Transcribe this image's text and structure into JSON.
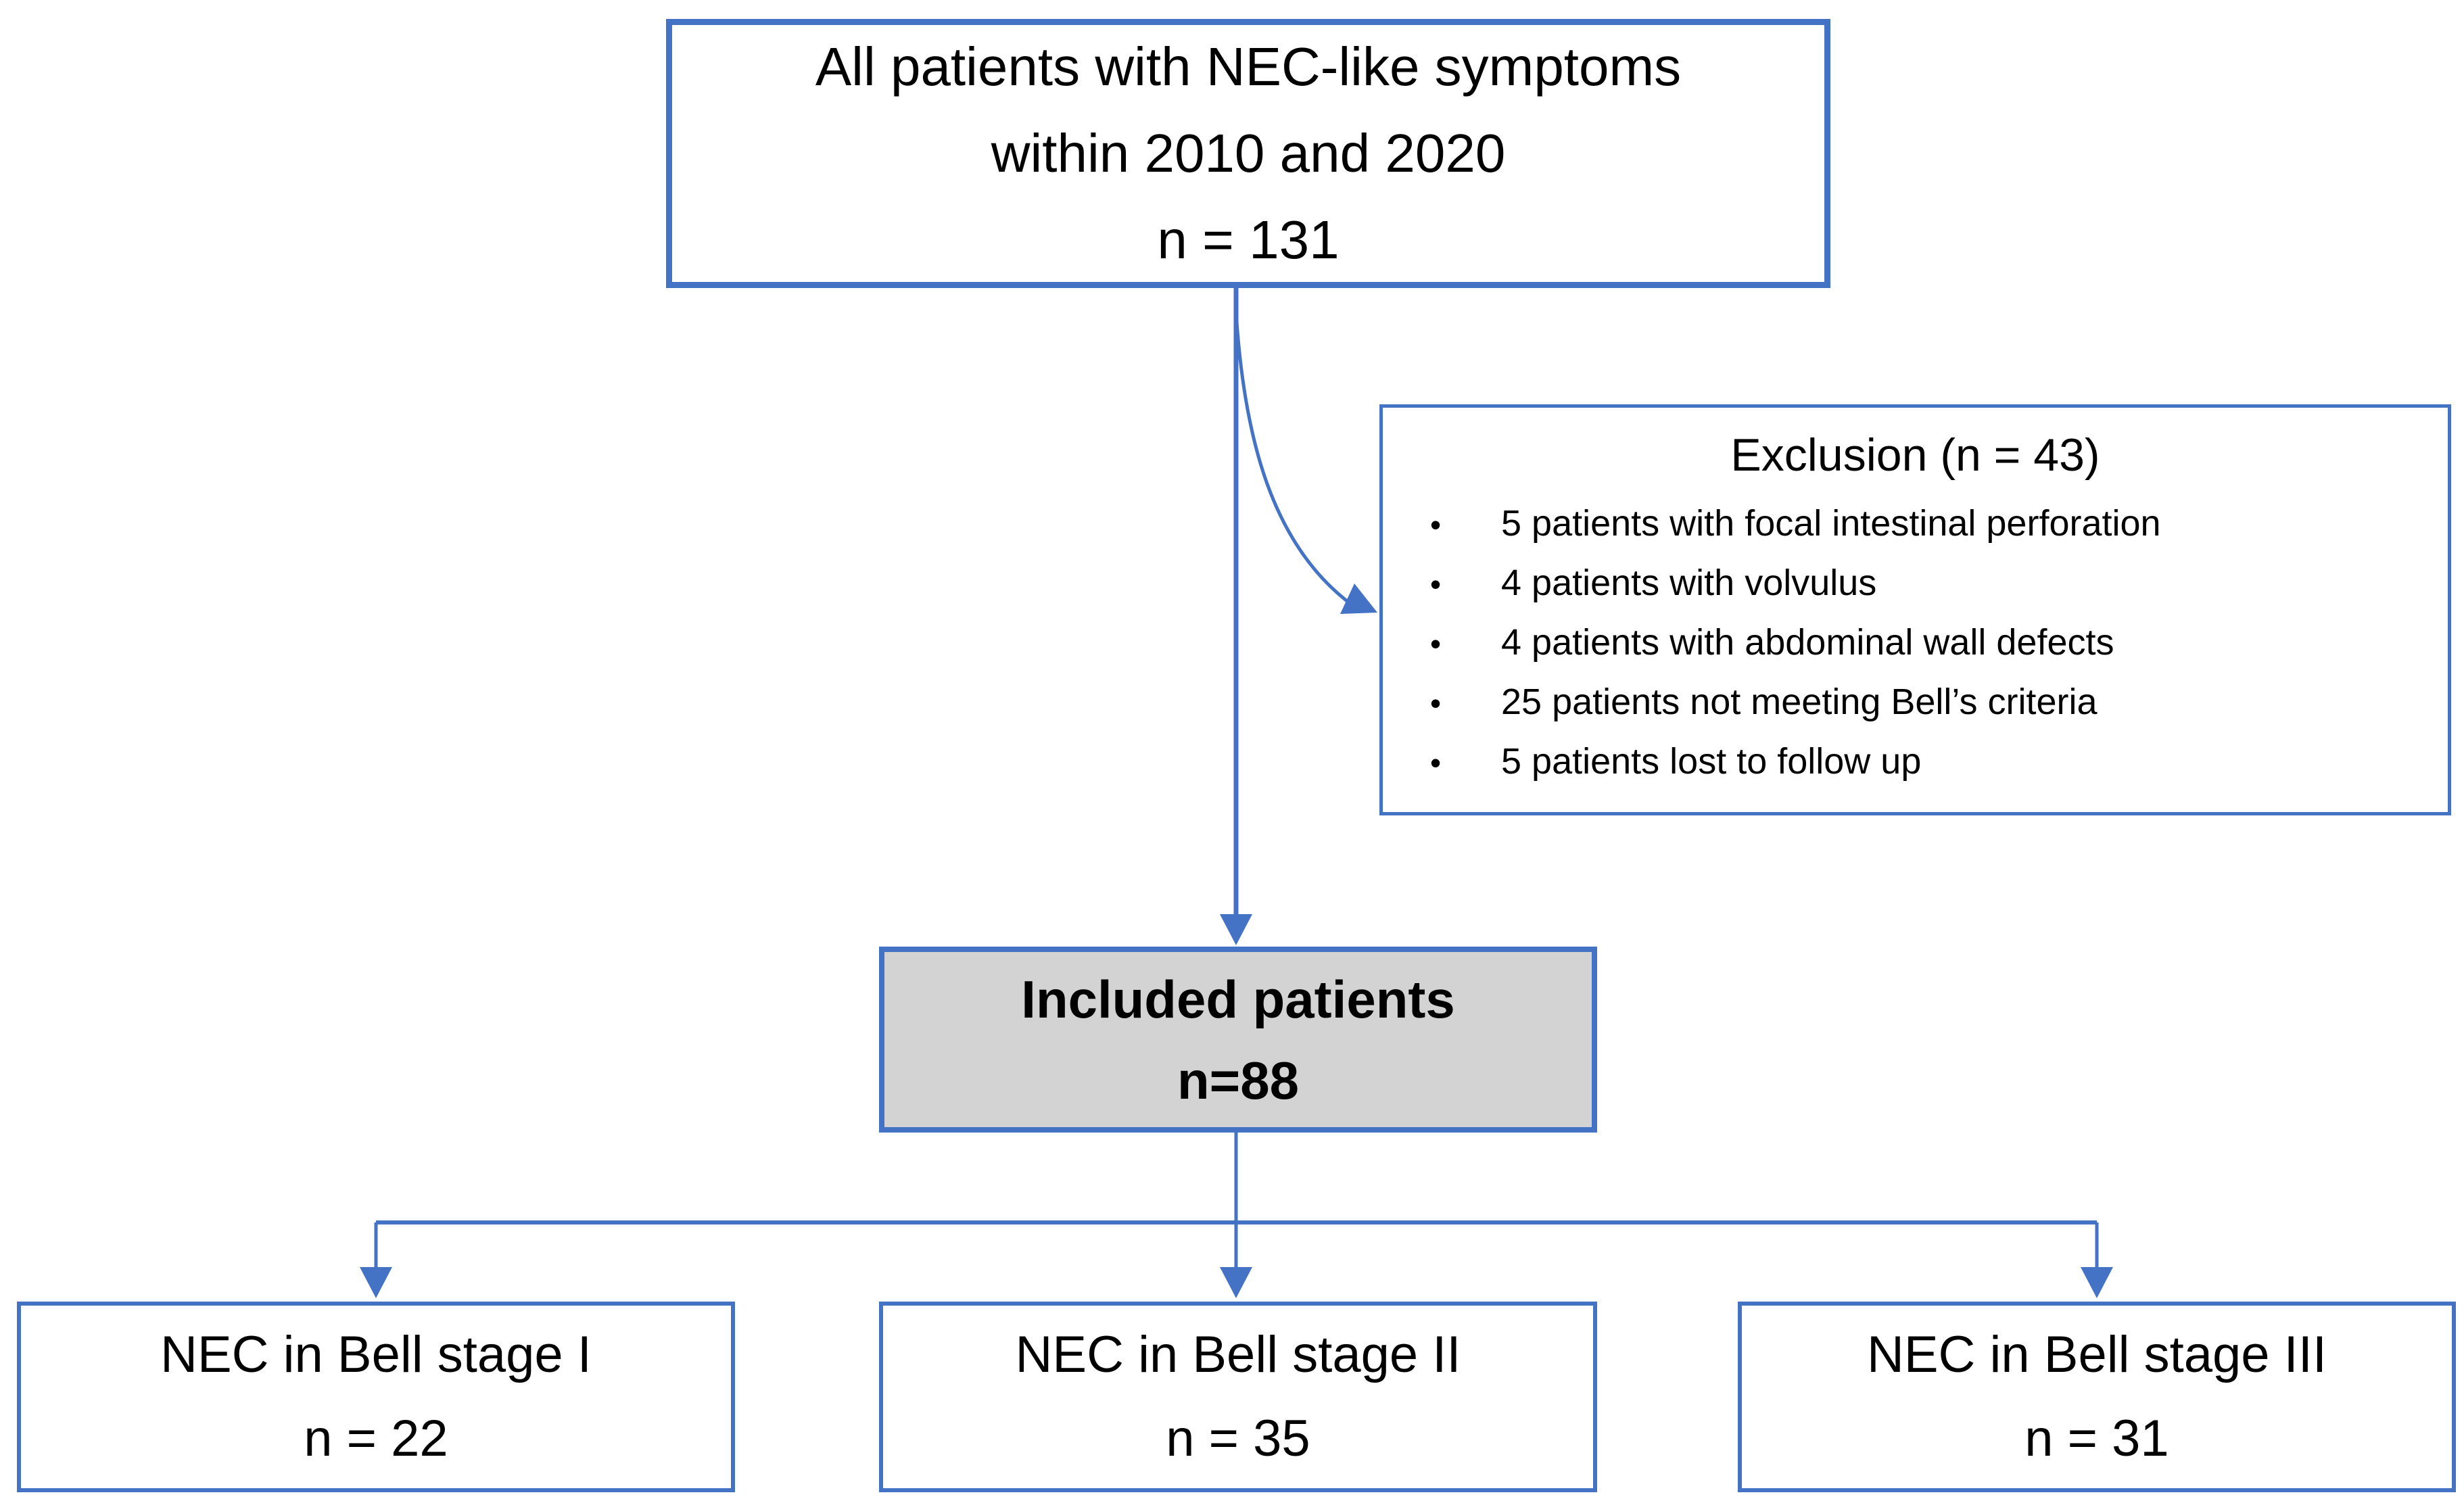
{
  "colors": {
    "accent_blue": "#4472C4",
    "included_box_fill_gray": "#D3D3D3",
    "text_black": "#000000",
    "background": "#FFFFFF"
  },
  "flowchart": {
    "top_box": {
      "lines": [
        "All patients with NEC-like symptoms",
        "within 2010 and 2020",
        "n = 131"
      ]
    },
    "exclusion_box": {
      "title": "Exclusion (n = 43)",
      "bullet_char": "•",
      "items": [
        "5 patients with focal intestinal perforation",
        "4 patients with volvulus",
        "4 patients with abdominal wall defects",
        "25 patients not meeting Bell’s criteria",
        "5 patients lost to follow up"
      ]
    },
    "included_box": {
      "lines": [
        "Included patients",
        "n=88"
      ]
    },
    "stage_boxes": [
      {
        "title": "NEC in Bell stage I",
        "count": "n = 22"
      },
      {
        "title": "NEC in Bell stage II",
        "count": "n = 35"
      },
      {
        "title": "NEC in Bell stage III",
        "count": "n = 31"
      }
    ]
  }
}
